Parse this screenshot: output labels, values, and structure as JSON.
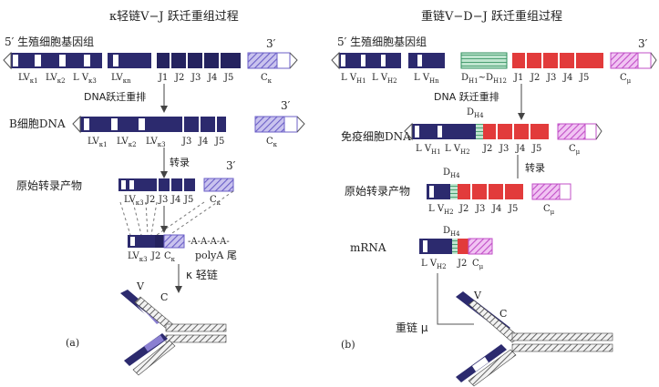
{
  "panel_a": {
    "title": "κ轻链V−J 跃迁重组过程",
    "germline_label": "5′ 生殖细胞基因组",
    "three_prime": "3′",
    "germline_segments": [
      "LV",
      "LV",
      "L V",
      "LV",
      "J1",
      "J2",
      "J3",
      "J4",
      "J5",
      "C"
    ],
    "germline_subscripts": [
      "κ1",
      "κ2",
      "κ3",
      "κn",
      "",
      "",
      "",
      "",
      "",
      "κ"
    ],
    "step1": "DNA跃迁重排",
    "b_cell_label": "B细胞DNA",
    "b_cell_segments": [
      "LV",
      "LV",
      "LV",
      "J3",
      "J4",
      "J5",
      "C"
    ],
    "b_cell_subscripts": [
      "κ1",
      "κ2",
      "κ3",
      "",
      "",
      "",
      "κ"
    ],
    "step2": "转录",
    "transcript_label": "原始转录产物",
    "transcript_segments": [
      "LV",
      "J2",
      "J3",
      "J4",
      "J5",
      "C"
    ],
    "transcript_subscripts": [
      "κ3",
      "",
      "",
      "",
      "",
      "κ"
    ],
    "mrna_segments": [
      "LV",
      "J2",
      "C"
    ],
    "mrna_subscripts": [
      "κ3",
      "",
      "κ"
    ],
    "polya_tail": "-A-A-A-A-",
    "polya_label": "polyA 尾",
    "chain_label": "κ 轻链",
    "v_label": "V",
    "c_label": "C",
    "panel_letter": "(a)"
  },
  "panel_b": {
    "title": "重链V−D−J 跃迁重组过程",
    "germline_label": "5′ 生殖细胞基因组",
    "three_prime": "3′",
    "germline_segments": [
      "L V",
      "L V",
      "L V",
      "D",
      "~D",
      "J1",
      "J2",
      "J3",
      "J4",
      "J5",
      "C"
    ],
    "germline_subscripts": [
      "H1",
      "H2",
      "Hn",
      "H1",
      "H12",
      "",
      "",
      "",
      "",
      "",
      "μ"
    ],
    "step1": "DNA 跃迁重排",
    "d_label": "D",
    "d_subscript": "H4",
    "immune_label": "免疫细胞DNA",
    "immune_segments": [
      "L V",
      "L V",
      "J2",
      "J3",
      "J4",
      "J5",
      "C"
    ],
    "immune_subscripts": [
      "H1",
      "H2",
      "",
      "",
      "",
      "",
      "μ"
    ],
    "step2": "转录",
    "transcript_label": "原始转录产物",
    "transcript_segments": [
      "L V",
      "J2",
      "J3",
      "J4",
      "J5",
      "C"
    ],
    "transcript_subscripts": [
      "H2",
      "",
      "",
      "",
      "",
      "μ"
    ],
    "mrna_label": "mRNA",
    "mrna_segments": [
      "L V",
      "J2",
      "C"
    ],
    "mrna_subscripts": [
      "H2",
      "",
      "μ"
    ],
    "chain_label": "重链 μ",
    "v_label": "V",
    "c_label": "C",
    "panel_letter": "(b)"
  },
  "colors": {
    "v_navy": "#2c2a6e",
    "j_navy": "#25235f",
    "c_purple": "#8a7fd1",
    "d_green": "#3f9a6a",
    "j_red": "#e23b3b",
    "c_pink": "#d56fd9"
  }
}
